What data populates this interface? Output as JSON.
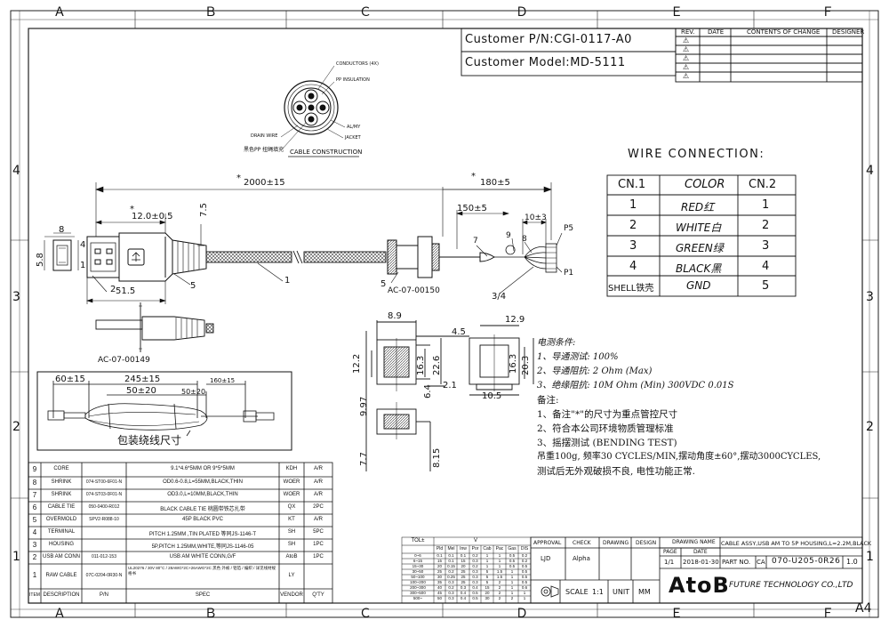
{
  "frame": {
    "top_cols": [
      "Ａ",
      "Ｂ",
      "Ｃ",
      "Ｄ",
      "Ｅ",
      "Ｆ"
    ],
    "bottom_cols": [
      "Ａ",
      "Ｂ",
      "Ｃ",
      "Ｄ",
      "Ｅ",
      "Ｆ"
    ],
    "left_rows": [
      "4",
      "3",
      "2",
      "1"
    ],
    "right_rows": [
      "4",
      "3",
      "2",
      "1"
    ],
    "sheet_size": "A4"
  },
  "customer": {
    "pn": "Customer P/N:CGI-0117-A0",
    "model": "Customer Model:MD-5111"
  },
  "revision_table": {
    "headers": [
      "REV.",
      "DATE",
      "CONTENTS OF CHANGE",
      "DESIGNER"
    ],
    "rev_symbols": [
      "⚠",
      "⚠",
      "⚠",
      "⚠",
      "⚠"
    ]
  },
  "cable_construction": {
    "labels": {
      "conductors": "CONDUCTORS (4X)",
      "pp_insulation": "PP INSULATION",
      "al_mylar": "AL/MY",
      "jacket": "JACKET",
      "drain_wire": "DRAIN WIRE",
      "black_pp": "黑色PP 扭绳填充"
    },
    "title": "CABLE CONSTRUCTION"
  },
  "wire_connection": {
    "title": "WIRE CONNECTION:",
    "headers": [
      "CN.1",
      "COLOR",
      "CN.2"
    ],
    "rows": [
      {
        "cn1": "1",
        "color": "RED红",
        "cn2": "1"
      },
      {
        "cn1": "2",
        "color": "WHITE白",
        "cn2": "2"
      },
      {
        "cn1": "3",
        "color": "GREEN绿",
        "cn2": "3"
      },
      {
        "cn1": "4",
        "color": "BLACK黑",
        "cn2": "4"
      },
      {
        "cn1": "SHELL铁壳",
        "color": "GND",
        "cn2": "5"
      }
    ]
  },
  "dimensions": {
    "total_length": "2000±15",
    "total_star": "*",
    "left_star": "*",
    "right_star": "*",
    "d_12": "12.0±0.5",
    "d_75": "7.5",
    "d_8": "8",
    "d_58": "5.8",
    "d_4": "4",
    "d_1": "1",
    "d_2": "2",
    "d_515": "51.5",
    "d_5a": "5",
    "d_1b": "1",
    "d_180": "180±5",
    "d_150": "150±5",
    "d_10": "10±3",
    "d_p5": "P5",
    "d_p1": "P1",
    "d_7": "7",
    "d_9": "9",
    "d_8b": "8",
    "d_5b": "5",
    "d_34": "3/4",
    "ac_left": "AC-07-00149",
    "ac_right": "AC-07-00150",
    "d_8_9": "8.9",
    "d_4_5": "4.5",
    "d_12_2": "12.2",
    "d_16_3": "16.3",
    "d_22_6": "22.6",
    "d_6_4": "6.4",
    "d_2_1": "2.1",
    "d_10_5": "10.5",
    "d_9_97": "9.97",
    "d_7_7": "7.7",
    "d_8_15": "8.15",
    "d_12_9": "12.9",
    "d_20_3": "20.3",
    "d_16_3b": "16.3"
  },
  "packing": {
    "d_60": "60±15",
    "d_245": "245±15",
    "d_50a": "50±20",
    "d_50b": "50±20",
    "d_160": "160±15",
    "caption": "包装绕线尺寸"
  },
  "notes": {
    "lines": [
      "电测条件:",
      "1、导通测试: 100%",
      "2、导通阻抗: 2 Ohm (Max)",
      "3、绝缘阻抗: 10M Ohm (Min) 300VDC 0.01S",
      "备注:",
      "1、备注\"*\"的尺寸为重点管控尺寸",
      "2、符合本公司环境物质管理标准",
      "3、摇摆测试 (BENDING TEST)",
      "吊重100g, 频率30 CYCLES/MIN,摆动角度±60°,摆动3000CYCLES,",
      "测试后无外观破损不良, 电性功能正常."
    ]
  },
  "bom": {
    "headers": [
      "ITEM",
      "DESCRIPTION",
      "P/N",
      "SPEC",
      "VENDOR",
      "Q'TY"
    ],
    "rows": [
      {
        "item": "9",
        "desc": "CORE",
        "pn": "",
        "spec": "9.1*4.6*5MM OR 9*5*5MM",
        "vendor": "KDH",
        "qty": "A/R"
      },
      {
        "item": "8",
        "desc": "SHRINK",
        "pn": "074-ST00-6F01-N",
        "spec": "OD0.6-0.8,L=55MM,BLACK,THIN",
        "vendor": "WOER",
        "qty": "A/R"
      },
      {
        "item": "7",
        "desc": "SHRINK",
        "pn": "074-ST03-0F01-N",
        "spec": "OD3.0,L=10MM,BLACK,THIN",
        "vendor": "WOER",
        "qty": "A/R"
      },
      {
        "item": "6",
        "desc": "CABLE TIE",
        "pn": "050-0400-R012",
        "spec": "BLACK CABLE TIE   桃圆带铁芯扎带",
        "vendor": "QX",
        "qty": "2PC"
      },
      {
        "item": "5",
        "desc": "OVERMOLD",
        "pn": "SPV2-R088-10",
        "spec": "45P BLACK PVC",
        "vendor": "KT",
        "qty": "A/R"
      },
      {
        "item": "4",
        "desc": "TERMINAL",
        "pn": "",
        "spec": "PITCH 1.25MM ,TIN PLATED  等同JS-1146-T",
        "vendor": "SH",
        "qty": "5PC"
      },
      {
        "item": "3",
        "desc": "HOUSING",
        "pn": "",
        "spec": "5P,PITCH 1.25MM,WHITE,等同JS-1146-05",
        "vendor": "SH",
        "qty": "1PC"
      },
      {
        "item": "2",
        "desc": "USB AM CONN",
        "pn": "011-012-153",
        "spec": "USB AM WHITE CONN,G/F",
        "vendor": "AtoB",
        "qty": "1PC"
      },
      {
        "item": "1",
        "desc": "RAW CABLE",
        "pn": "07C-0204-0R30-N",
        "spec": "UL20276 / 30V 80°C / 28AWG*2C+26AWG*2C 黑色 外被 / 铝箔 / 编织 / 详见线材规格书",
        "vendor": "LY",
        "qty": ""
      }
    ]
  },
  "tolerance": {
    "title": "TOL±",
    "col_headers": [
      "Pld",
      "Mel",
      "Inw",
      "Por",
      "Cab",
      "Pac",
      "Gas",
      "DIS"
    ],
    "v_label": "V",
    "rows": [
      [
        "0~6",
        "0.1",
        "0.1",
        "0.1",
        "0.2",
        "1",
        "1",
        "0.5",
        "0.2"
      ],
      [
        "6~15",
        "15",
        "0.1",
        "15",
        "0.3",
        "1",
        "1",
        "0.5",
        "0.2"
      ],
      [
        "15~30",
        "20",
        "0.15",
        "20",
        "0.2",
        "1",
        "1",
        "0.5",
        "0.5"
      ],
      [
        "30~50",
        "25",
        "0.2",
        "25",
        "0.3",
        "5",
        "1.5",
        "1",
        "0.5"
      ],
      [
        "50~100",
        "30",
        "0.25",
        "25",
        "0.3",
        "5",
        "1.5",
        "1",
        "0.5"
      ],
      [
        "100~200",
        "35",
        "0.3",
        "25",
        "0.3",
        "5",
        "2",
        "1",
        "0.5"
      ],
      [
        "200~300",
        "40",
        "0.2",
        "0.3",
        "0.4",
        "15",
        "2",
        "1",
        "0.6"
      ],
      [
        "300~500",
        "45",
        "0.3",
        "0.4",
        "0.5",
        "20",
        "2",
        "1",
        "1"
      ],
      [
        "500~",
        "50",
        "0.3",
        "0.4",
        "0.5",
        "30",
        "2",
        "2",
        "1"
      ]
    ]
  },
  "title_block": {
    "approval_label": "APPROVAL",
    "check_label": "CHECK",
    "drawing_label": "DRAWING",
    "design_label": "DESIGN",
    "approval_name": "LJD",
    "check_name": "Alpha",
    "drawing_name_label": "DRAWING NAME",
    "drawing_name": "CABLE ASSY,USB AM TO 5P HOUSING,L=2.2M,BLACK",
    "page_label": "PAGE",
    "date_label": "DATE",
    "page": "1/1",
    "date": "2018-01-30",
    "part_no_label": "PART NO.",
    "part_no_ca": "CA",
    "part_no": "070-U205-0R26",
    "rev": "1.0",
    "scale_label": "SCALE",
    "scale": "1:1",
    "unit_label": "UNIT",
    "unit": "MM",
    "company_logo": "AtoB",
    "company_name": "FUTURE TECHNOLOGY CO.,LTD"
  }
}
